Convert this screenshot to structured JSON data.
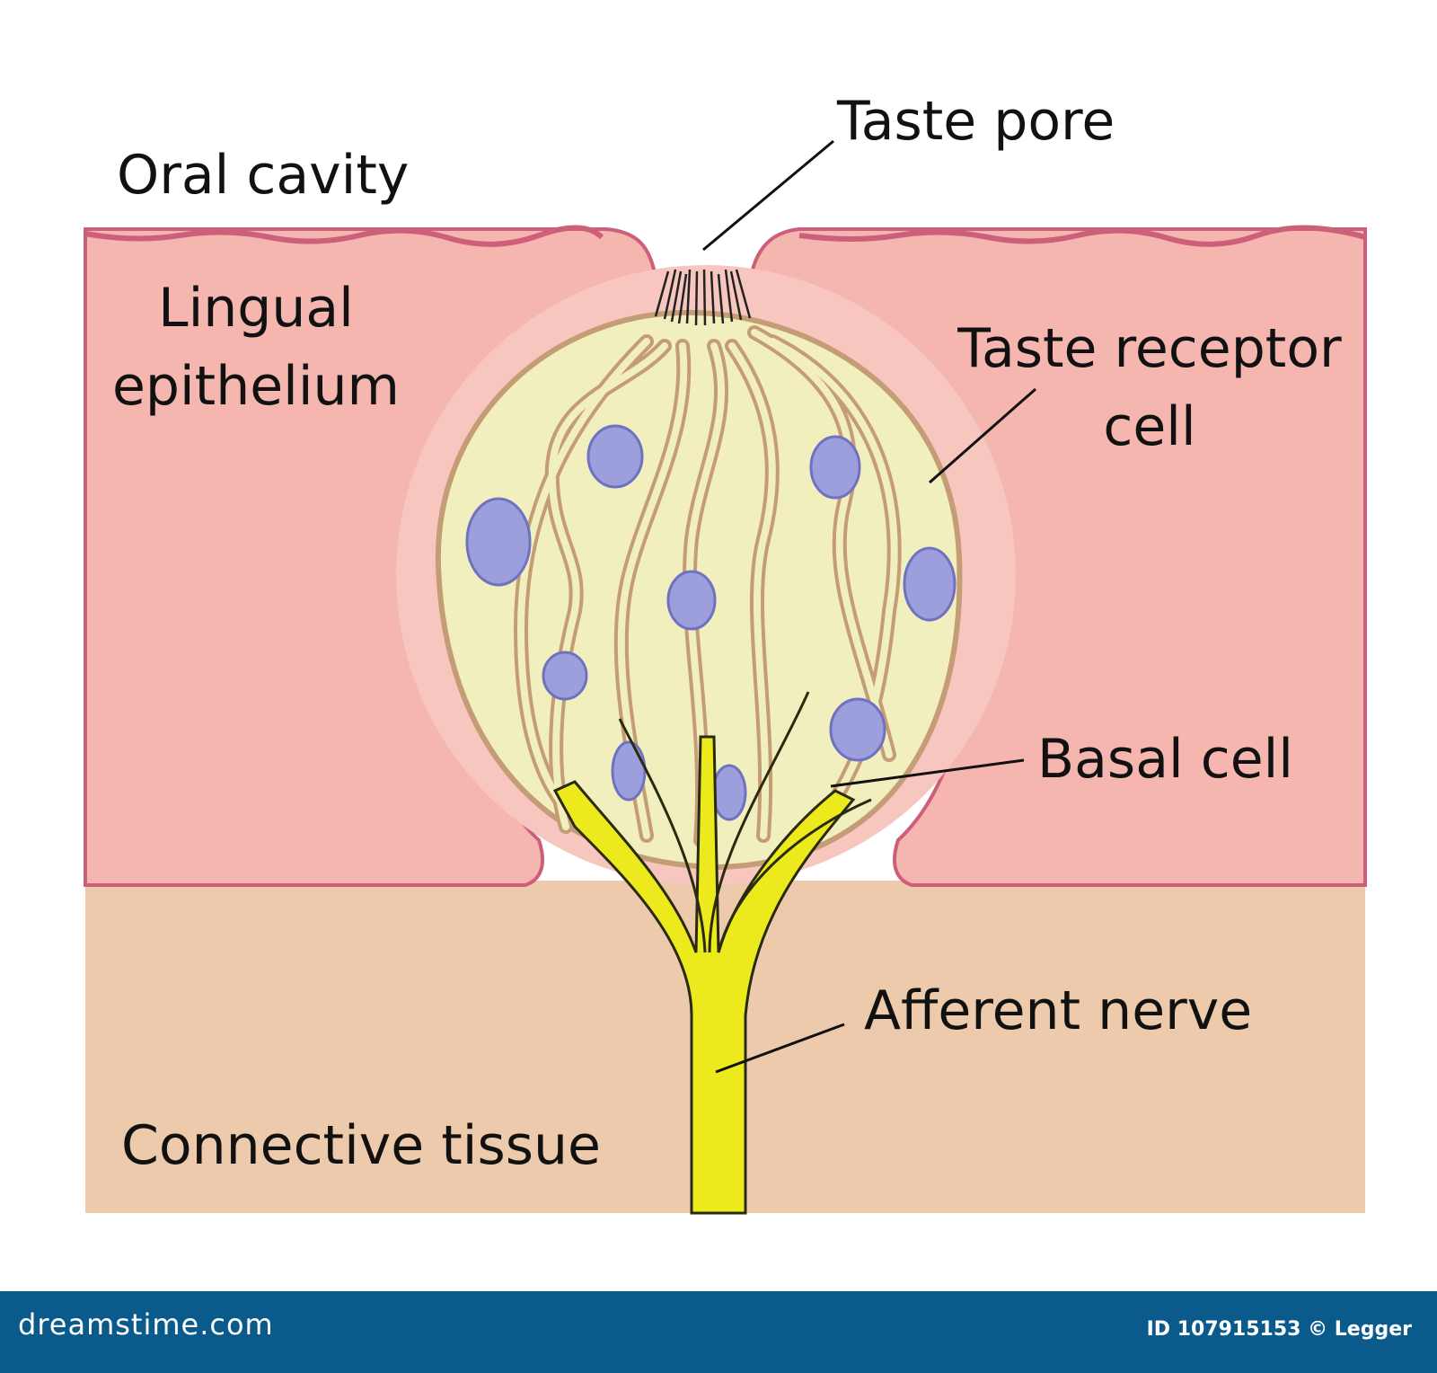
{
  "labels": {
    "oral_cavity": "Oral cavity",
    "taste_pore": "Taste pore",
    "lingual_epithelium_line1": "Lingual",
    "lingual_epithelium_line2": "epithelium",
    "taste_receptor_cell_line1": "Taste receptor",
    "taste_receptor_cell_line2": "cell",
    "basal_cell": "Basal cell",
    "afferent_nerve": "Afferent nerve",
    "connective_tissue": "Connective tissue"
  },
  "footer": {
    "brand": "dreamstime.com",
    "credit": "ID 107915153 © Legger"
  },
  "colors": {
    "epithelium": "#f4b6ae",
    "epithelium_edge": "#cd5f7a",
    "connective_tissue": "#eecaad",
    "taste_bud_fill": "#f2efbe",
    "cell_membrane": "#c49c76",
    "nucleus": "#9c9fdc",
    "nerve": "#ecea1c",
    "footer": "#0a5a8c"
  }
}
